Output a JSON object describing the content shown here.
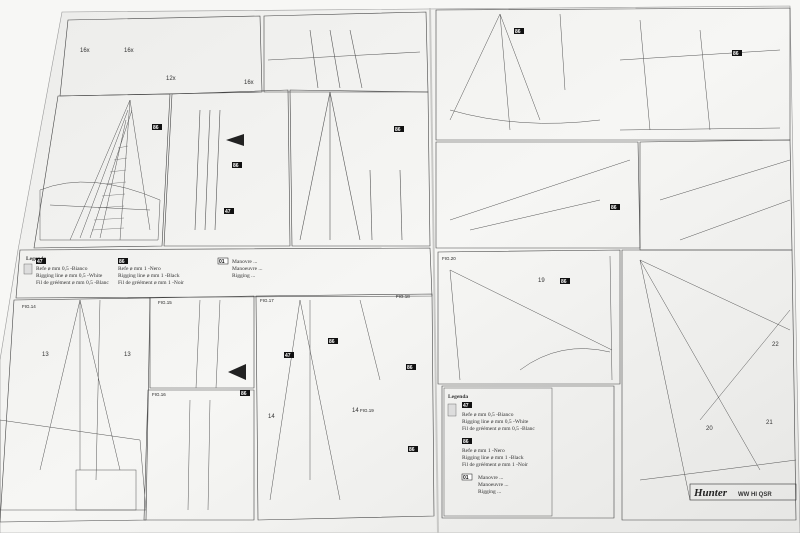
{
  "tags": {
    "t86": "86",
    "t47": "47",
    "t01": "01"
  },
  "figs": {
    "fig14": "FIG.14",
    "fig15": "FIG.15",
    "fig16": "FIG.16",
    "fig17": "FIG.17",
    "fig18": "FIG.18",
    "fig19": "FIG.19",
    "fig20": "FIG.20"
  },
  "callouts": {
    "c13": "13",
    "c14": "14",
    "c19": "19",
    "c20": "20",
    "c21": "21",
    "c22": "22"
  },
  "legend": {
    "title": "Legenda",
    "white_it": "Refe ø mm 0,5 -Bianco",
    "white_en": "Rigging line ø mm 0,5 -White",
    "white_fr": "Fil de gréément ø mm 0,5 -Blanc",
    "black_it": "Refe ø mm 1 -Nero",
    "black_en": "Rigging line ø mm 1 -Black",
    "black_fr": "Fil de gréément ø mm 1 -Noir",
    "manovre": "Manovre ...",
    "manoeuvre": "Manoeuvre ...",
    "rigging": "Rigging ..."
  },
  "title": {
    "model": "Hunter",
    "code": "WW HI QSR"
  },
  "misc": {
    "qty16": "16x",
    "qty12": "12x"
  }
}
